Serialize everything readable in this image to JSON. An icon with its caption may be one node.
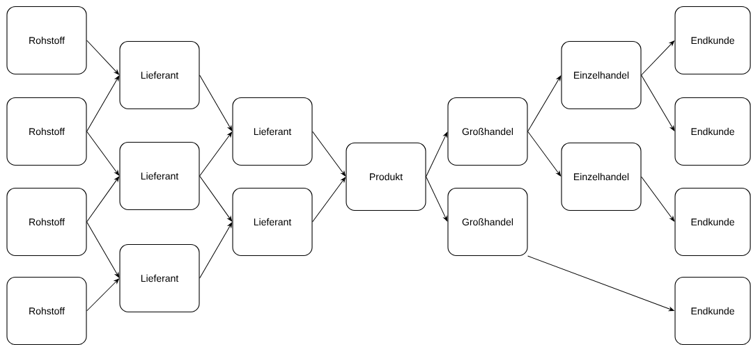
{
  "diagram": {
    "nodes": [
      {
        "text": [
          "Rohstoff"
        ]
      },
      {
        "text": [
          "Rohstoff"
        ]
      },
      {
        "text": [
          "Rohstoff"
        ]
      },
      {
        "text": [
          "Rohstoff"
        ]
      },
      {
        "text": [
          "Lieferant"
        ]
      },
      {
        "text": [
          "Lieferant"
        ]
      },
      {
        "text": [
          "Lieferant"
        ]
      },
      {
        "text": [
          "Lieferant"
        ]
      },
      {
        "text": [
          "Lieferant"
        ]
      },
      {
        "text": [
          "Produkt"
        ]
      },
      {
        "text": [
          "Großhandel"
        ]
      },
      {
        "text": [
          "Großhandel"
        ]
      },
      {
        "text": [
          "Einzelhandel"
        ]
      },
      {
        "text": [
          "Einzelhandel"
        ]
      },
      {
        "text": [
          "Endkunde"
        ]
      },
      {
        "text": [
          "Endkunde"
        ]
      },
      {
        "text": [
          "Endkunde"
        ]
      },
      {
        "text": [
          "Endkunde"
        ]
      }
    ],
    "edges": [
      {
        "from": 0,
        "to": 4,
        "arrow": "to"
      },
      {
        "from": 1,
        "to": 4,
        "arrow": "to"
      },
      {
        "from": 1,
        "to": 5,
        "arrow": "to"
      },
      {
        "from": 2,
        "to": 5,
        "arrow": "to"
      },
      {
        "from": 2,
        "to": 6,
        "arrow": "to"
      },
      {
        "from": 3,
        "to": 6,
        "arrow": "to"
      },
      {
        "from": 4,
        "to": 7,
        "arrow": "to"
      },
      {
        "from": 5,
        "to": 7,
        "arrow": "to"
      },
      {
        "from": 5,
        "to": 8,
        "arrow": "to"
      },
      {
        "from": 6,
        "to": 8,
        "arrow": "to"
      },
      {
        "from": 7,
        "to": 9,
        "arrow": "to"
      },
      {
        "from": 8,
        "to": 9,
        "arrow": "to"
      },
      {
        "from": 9,
        "to": 10,
        "arrow": "to"
      },
      {
        "from": 9,
        "to": 11,
        "arrow": "to"
      },
      {
        "from": 10,
        "to": 12,
        "arrow": "to"
      },
      {
        "from": 10,
        "to": 13,
        "arrow": "to"
      },
      {
        "from": 12,
        "to": 14,
        "arrow": "to"
      },
      {
        "from": 12,
        "to": 15,
        "arrow": "to"
      },
      {
        "from": 13,
        "to": 16,
        "arrow": "to"
      },
      {
        "from": 11,
        "to": 17,
        "arrow": "to"
      }
    ]
  }
}
